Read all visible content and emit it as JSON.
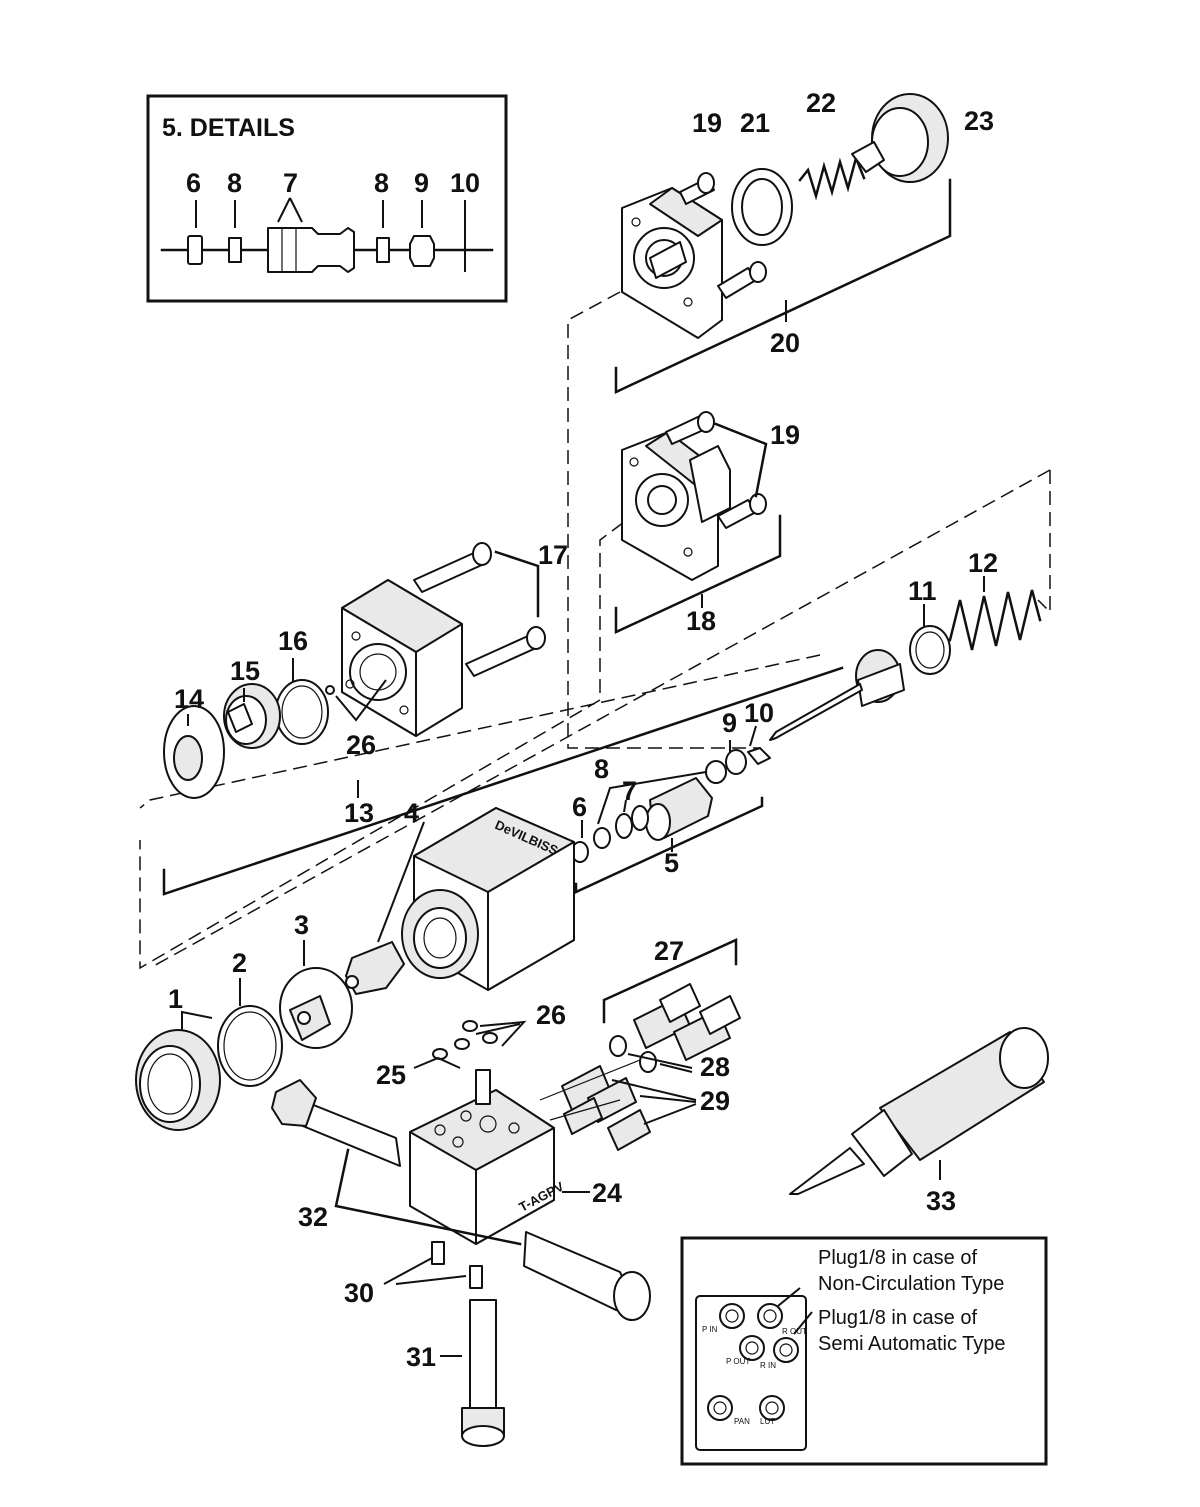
{
  "details_box": {
    "title": "5.  DETAILS",
    "labels": {
      "d6": "6",
      "d8a": "8",
      "d7": "7",
      "d8b": "8",
      "d9": "9",
      "d10": "10"
    }
  },
  "callouts": {
    "c1": "1",
    "c2": "2",
    "c3": "3",
    "c4": "4",
    "c5": "5",
    "c6": "6",
    "c7": "7",
    "c8": "8",
    "c9": "9",
    "c10": "10",
    "c11": "11",
    "c12": "12",
    "c13": "13",
    "c14": "14",
    "c15": "15",
    "c16": "16",
    "c17": "17",
    "c18": "18",
    "c19a": "19",
    "c19b": "19",
    "c20": "20",
    "c21": "21",
    "c22": "22",
    "c23": "23",
    "c24": "24",
    "c25": "25",
    "c26a": "26",
    "c26b": "26",
    "c27": "27",
    "c28": "28",
    "c29": "29",
    "c30": "30",
    "c31": "31",
    "c32": "32",
    "c33": "33"
  },
  "inset": {
    "note1_line1": "Plug1/8 in case of",
    "note1_line2": "Non-Circulation Type",
    "note2_line1": "Plug1/8 in case of",
    "note2_line2": "Semi Automatic Type",
    "port_labels": {
      "p_in": "P IN",
      "r_out": "R OUT",
      "p_out": "P OUT",
      "r_in": "R IN",
      "pan": "PAN",
      "lut": "LUT"
    }
  },
  "stamps": {
    "body_stamp": "DeVILBISS",
    "base_stamp": "T-AGPV"
  }
}
